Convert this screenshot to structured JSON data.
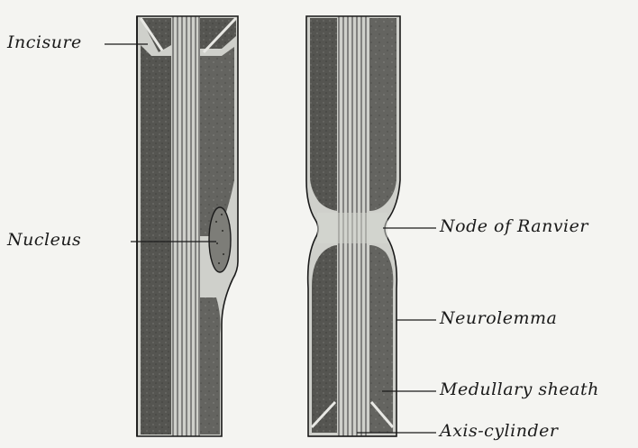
{
  "figure": {
    "colors": {
      "background": "#f4f4f1",
      "sheath_dark": "#4a4a47",
      "sheath_mid": "#6b6b67",
      "pale": "#cfd0cb",
      "ink": "#1a1a1a"
    },
    "labels": {
      "incisure": "Incisure",
      "nucleus": "Nucleus",
      "node_of_ranvier": "Node of Ranvier",
      "neurolemma": "Neurolemma",
      "medullary_sheath": "Medullary sheath",
      "axis_cylinder": "Axis-cylinder"
    }
  }
}
